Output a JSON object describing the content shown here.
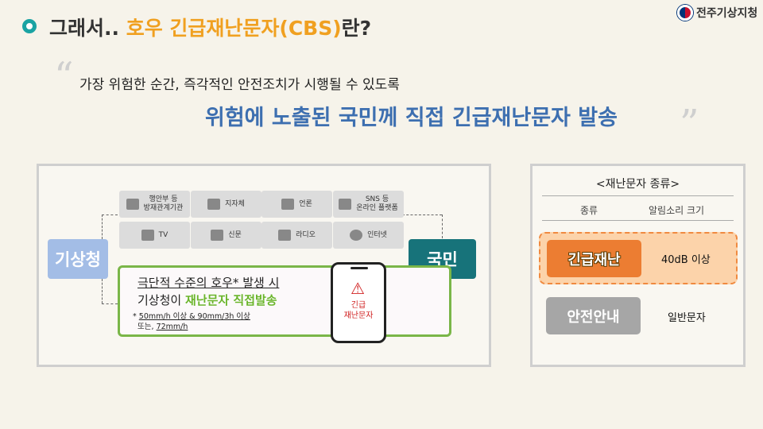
{
  "header": {
    "title_prefix": "그래서.. ",
    "title_highlight": "호우 긴급재난문자(CBS)",
    "title_suffix": "란?",
    "logo_text": "전주기상지청"
  },
  "quote": {
    "line1": "가장 위험한 순간, 즉각적인 안전조치가 시행될 수 있도록",
    "line2": "위험에 노출된 국민께 직접 긴급재난문자 발송",
    "open": "“",
    "close": "”"
  },
  "diagram": {
    "source": "기상청",
    "target": "국민",
    "channels": [
      {
        "label": "행안부 등\n방재관계기관",
        "icon": "government-building-icon"
      },
      {
        "label": "지자체",
        "icon": "city-hall-icon"
      },
      {
        "label": "언론",
        "icon": "press-icon"
      },
      {
        "label": "SNS 등\n온라인 플랫폼",
        "icon": "smartphone-icon"
      },
      {
        "label": "TV",
        "icon": "tv-icon"
      },
      {
        "label": "신문",
        "icon": "newspaper-icon"
      },
      {
        "label": "라디오",
        "icon": "radio-icon"
      },
      {
        "label": "인터넷",
        "icon": "globe-icon"
      }
    ],
    "box_line1": "극단적 수준의 호우* 발생 시",
    "box_line2_prefix": "기상청이 ",
    "box_line2_highlight": "재난문자 직접발송",
    "note_star": "* ",
    "note1": "50mm/h 이상 & 90mm/3h 이상",
    "note2_prefix": "또는, ",
    "note2": "72mm/h",
    "phone_icon": "warning-icon",
    "phone_text1": "긴급",
    "phone_text2": "재난문자"
  },
  "types": {
    "title": "<재난문자 종류>",
    "col1": "종류",
    "col2": "알림소리 크기",
    "rows": [
      {
        "type": "긴급재난",
        "sound": "40dB 이상",
        "color": "#ec7d32"
      },
      {
        "type": "안전안내",
        "sound": "일반문자",
        "color": "#a6a6a6"
      }
    ]
  }
}
